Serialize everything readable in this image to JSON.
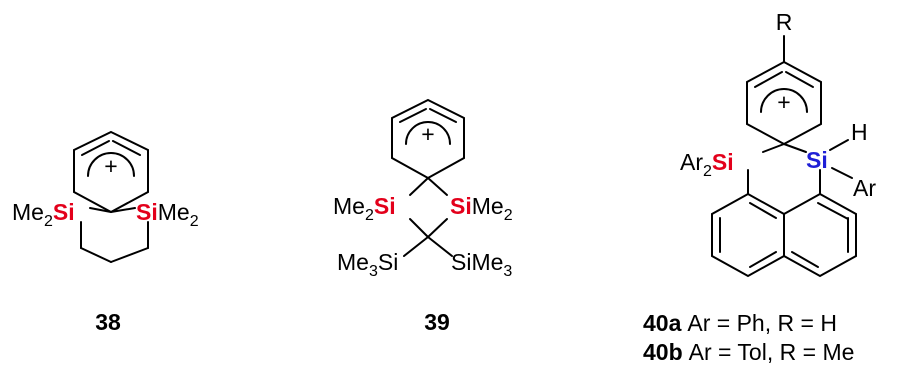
{
  "compounds": [
    {
      "label": "38",
      "plus": "+",
      "atoms": {
        "si": "Si",
        "me2": "Me",
        "sub2": "2"
      }
    },
    {
      "label": "39",
      "plus": "+",
      "atoms": {
        "si": "Si",
        "me2": "Me",
        "me3": "Me",
        "sub2": "2",
        "sub3": "3"
      }
    },
    {
      "plus": "+",
      "atoms": {
        "si": "Si",
        "ar": "Ar",
        "h": "H",
        "r": "R",
        "sub2": "2"
      }
    }
  ],
  "captions": [
    {
      "label": "40a",
      "text": "Ar = Ph, R = H"
    },
    {
      "label": "40b",
      "text": "Ar = Tol, R = Me"
    }
  ]
}
